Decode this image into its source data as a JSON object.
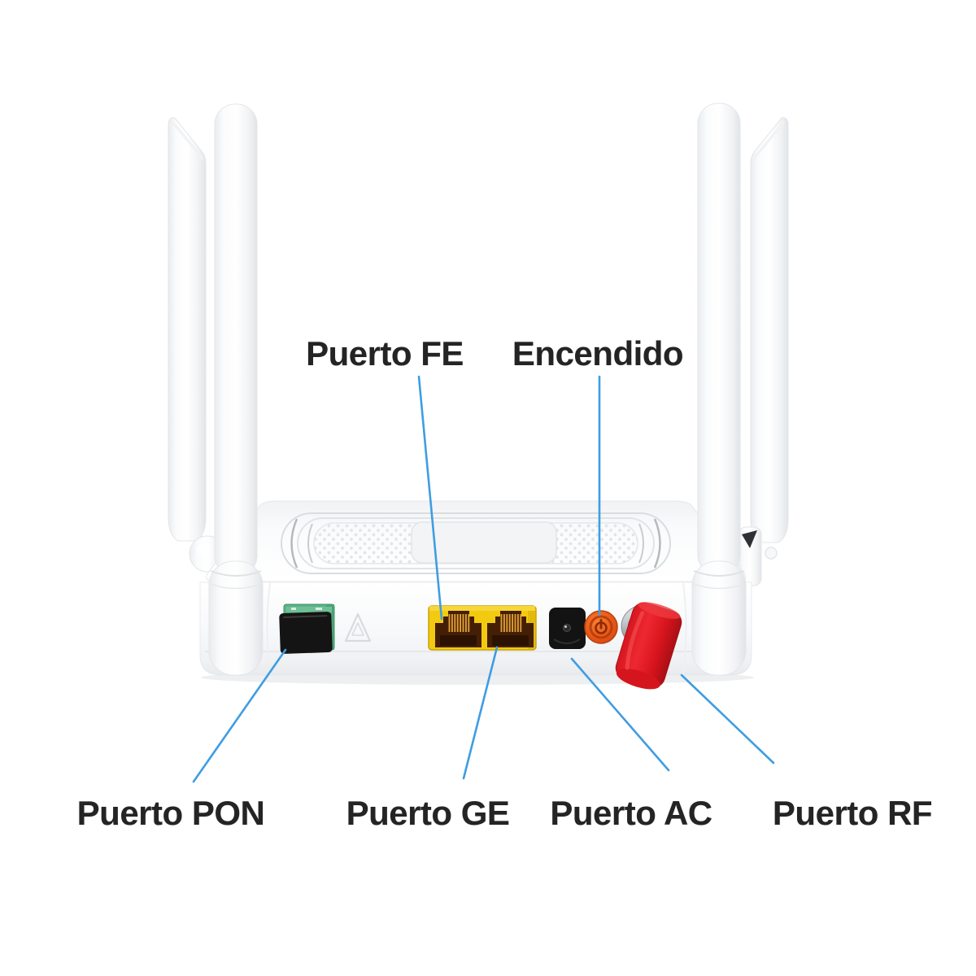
{
  "labels": {
    "fe": "Puerto FE",
    "power": "Encendido",
    "pon": "Puerto PON",
    "ge": "Puerto GE",
    "ac": "Puerto AC",
    "rf": "Puerto RF"
  },
  "device": {
    "view": "rear",
    "antenna_count": 4
  },
  "colors": {
    "background": "#ffffff",
    "label_text": "#242424",
    "leader_line": "#3f9de2",
    "ethernet_bezel_yellow": "#f2cb11",
    "ethernet_jack_brown": "#451f05",
    "ethernet_pins_gold": "#e09f35",
    "pon_bezel_green": "#5bb286",
    "dust_cap_black": "#141414",
    "ac_jack_black": "#131313",
    "power_button_orange": "#e85a17",
    "rf_cap_red": "#e11b22",
    "metal_ring_silver": "#a9acb1",
    "device_body_white": "#f6f7f9"
  }
}
